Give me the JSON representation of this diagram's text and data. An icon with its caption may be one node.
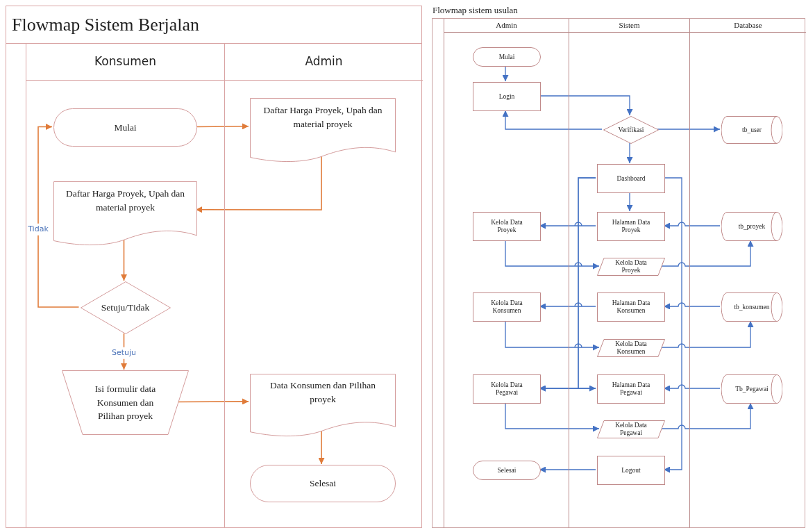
{
  "diagram": {
    "nodes": [
      {
        "text": [
          "Flowmap Sistem Berjalan"
        ]
      },
      {
        "text": [
          "Konsumen"
        ],
        "in": 0
      },
      {
        "text": [
          "Admin"
        ],
        "in": 0
      },
      {
        "text": [
          "Mulai"
        ],
        "in": 1
      },
      {
        "text": [
          "Daftar Harga Proyek, Upah dan material proyek"
        ],
        "in": 2
      },
      {
        "text": [
          "Daftar Harga Proyek, Upah dan material proyek"
        ],
        "in": 1
      },
      {
        "text": [
          "Setuju/Tidak"
        ],
        "in": 1
      },
      {
        "text": [
          "Isi formulir data Konsumen dan Pilihan proyek"
        ],
        "in": 1
      },
      {
        "text": [
          "Data Konsumen dan Pilihan proyek"
        ],
        "in": 2
      },
      {
        "text": [
          "Selesai"
        ],
        "in": 2
      },
      {
        "text": [
          "Flowmap sistem usulan"
        ]
      },
      {
        "text": [
          "Admin"
        ],
        "in": 10
      },
      {
        "text": [
          "Sistem"
        ],
        "in": 10
      },
      {
        "text": [
          "Database"
        ],
        "in": 10
      },
      {
        "text": [
          "Mulai"
        ],
        "in": 11
      },
      {
        "text": [
          "Login"
        ],
        "in": 11
      },
      {
        "text": [
          "Verifikasi"
        ],
        "in": 12
      },
      {
        "text": [
          "tb_user"
        ],
        "in": 13
      },
      {
        "text": [
          "Dashboard"
        ],
        "in": 12
      },
      {
        "text": [
          "Kelola Data Proyek"
        ],
        "in": 11
      },
      {
        "text": [
          "Halaman Data Proyek"
        ],
        "in": 12
      },
      {
        "text": [
          "tb_proyek"
        ],
        "in": 13
      },
      {
        "text": [
          "Kelola Data Proyek"
        ],
        "in": 12
      },
      {
        "text": [
          "Kelola Data Konsumen"
        ],
        "in": 11
      },
      {
        "text": [
          "Halaman Data Konsumen"
        ],
        "in": 12
      },
      {
        "text": [
          "tb_konsumen"
        ],
        "in": 13
      },
      {
        "text": [
          "Kelola Data Konsumen"
        ],
        "in": 12
      },
      {
        "text": [
          "Kelola Data Pegawai"
        ],
        "in": 11
      },
      {
        "text": [
          "Halaman Data Pegawai"
        ],
        "in": 12
      },
      {
        "text": [
          "Tb_Pegawai"
        ],
        "in": 13
      },
      {
        "text": [
          "Kelola Data Pegawai"
        ],
        "in": 12
      },
      {
        "text": [
          "Selesai"
        ],
        "in": 11
      },
      {
        "text": [
          "Logout"
        ],
        "in": 12
      }
    ],
    "edges": [
      {
        "from": 3,
        "to": 4,
        "arrow": "to",
        "color": "#e07b39"
      },
      {
        "from": 4,
        "to": 5,
        "arrow": "to",
        "color": "#e07b39"
      },
      {
        "from": 5,
        "to": 6,
        "arrow": "to",
        "color": "#e07b39"
      },
      {
        "from": 6,
        "to": 3,
        "arrow": "to",
        "color": "#e07b39",
        "label": "Tidak"
      },
      {
        "from": 6,
        "to": 7,
        "arrow": "to",
        "color": "#e07b39",
        "label": "Setuju"
      },
      {
        "from": 7,
        "to": 8,
        "arrow": "to",
        "color": "#e07b39"
      },
      {
        "from": 8,
        "to": 9,
        "arrow": "to",
        "color": "#e07b39"
      },
      {
        "from": 14,
        "to": 15,
        "arrow": "to"
      },
      {
        "from": 15,
        "to": 16,
        "arrow": "to"
      },
      {
        "from": 16,
        "to": 15,
        "arrow": "to"
      },
      {
        "from": 16,
        "to": 17,
        "arrow": "to"
      },
      {
        "from": 16,
        "to": 18,
        "arrow": "to"
      },
      {
        "from": 18,
        "to": 20,
        "arrow": "to"
      },
      {
        "from": 20,
        "to": 19,
        "arrow": "to"
      },
      {
        "from": 21,
        "to": 20,
        "arrow": "to"
      },
      {
        "from": 19,
        "to": 22,
        "arrow": "to"
      },
      {
        "from": 22,
        "to": 21,
        "arrow": "to"
      },
      {
        "from": 24,
        "to": 23,
        "arrow": "to"
      },
      {
        "from": 25,
        "to": 24,
        "arrow": "to"
      },
      {
        "from": 23,
        "to": 26,
        "arrow": "to"
      },
      {
        "from": 26,
        "to": 25,
        "arrow": "to"
      },
      {
        "from": 28,
        "to": 27,
        "arrow": "to"
      },
      {
        "from": 29,
        "to": 28,
        "arrow": "to"
      },
      {
        "from": 27,
        "to": 30,
        "arrow": "to"
      },
      {
        "from": 30,
        "to": 29,
        "arrow": "to"
      },
      {
        "from": 18,
        "to": 27,
        "arrow": "to"
      },
      {
        "from": 18,
        "to": 28,
        "arrow": "to"
      },
      {
        "from": 18,
        "to": 32,
        "arrow": "to"
      },
      {
        "from": 32,
        "to": 31,
        "arrow": "to"
      }
    ]
  }
}
